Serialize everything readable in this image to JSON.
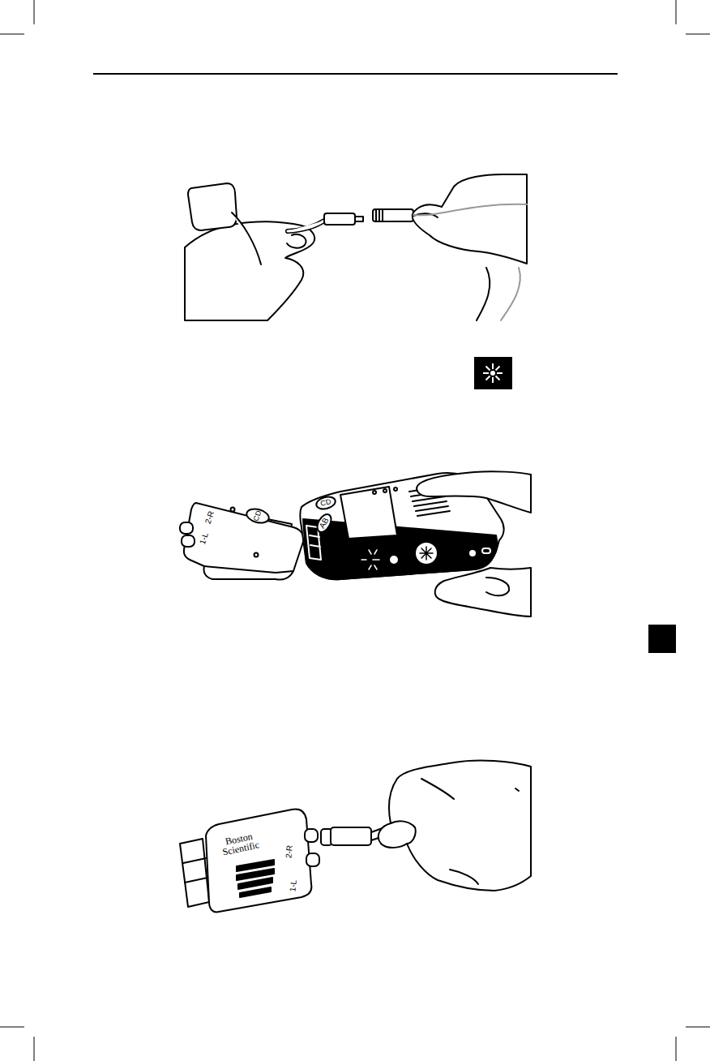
{
  "diagram": {
    "labels": [
      "1-L",
      "2-R",
      "CD",
      "CD",
      "AB",
      "Boston Scientific",
      "2-R",
      "1-L"
    ]
  }
}
